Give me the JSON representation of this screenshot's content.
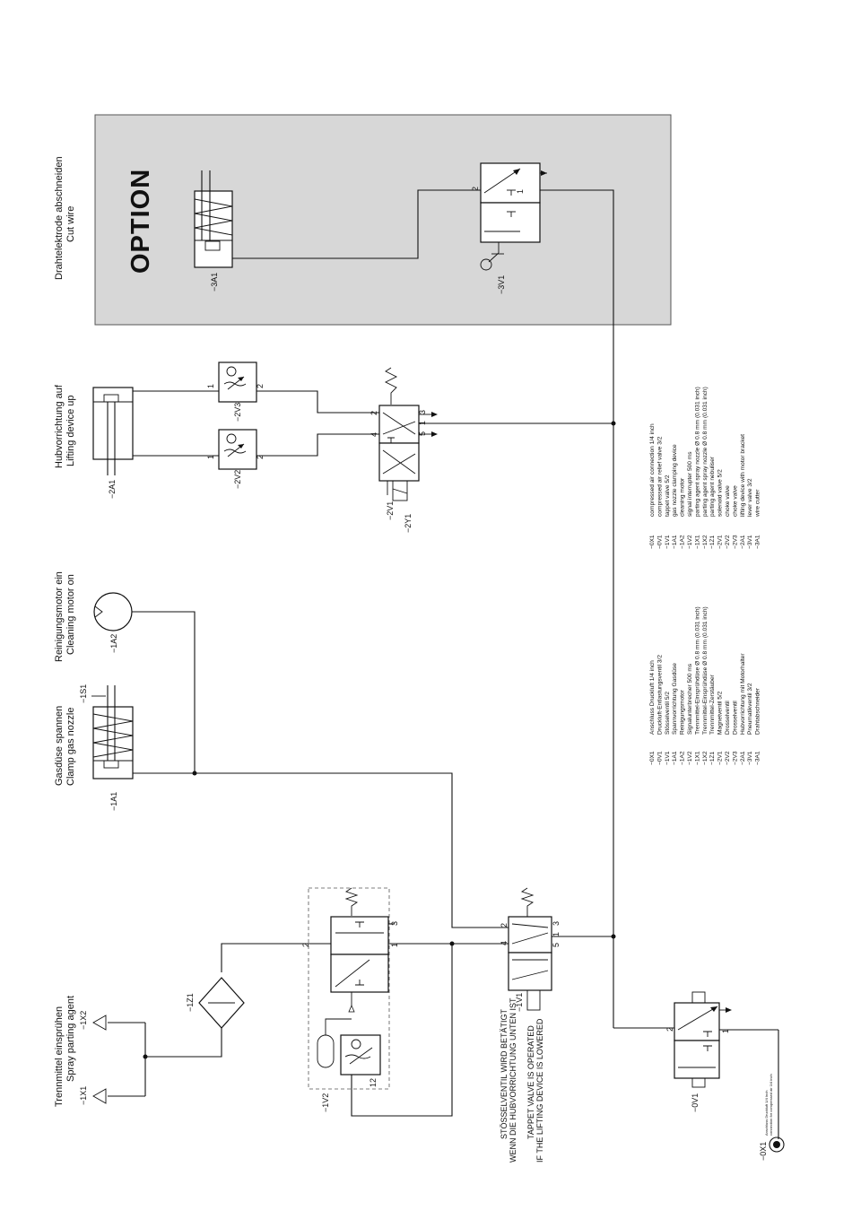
{
  "sections": {
    "s1": {
      "de": "Trennmittel einsprühen",
      "en": "Spray parting agent"
    },
    "s2": {
      "de": "Gasdüse spannen",
      "en": "Clamp gas nozzle"
    },
    "s3": {
      "de": "Reinigungsmotor ein",
      "en": "Cleaning motor on"
    },
    "s4": {
      "de": "Hubvorrichtung auf",
      "en": "Lifting device up"
    },
    "s5": {
      "de": "Drahtelektrode abschneiden",
      "en": "Cut wire"
    }
  },
  "option": "OPTION",
  "tags": {
    "a3A1": "−3A1",
    "a3V1": "−3V1",
    "a2A1": "−2A1",
    "a2V3": "−2V3",
    "a2V2": "−2V2",
    "a2V1": "−2V1",
    "a2Y1": "−2Y1",
    "a1A2": "−1A2",
    "a1A1": "−1A1",
    "a1S1": "−1S1",
    "a1X2": "−1X2",
    "a1X1": "−1X1",
    "a1Z1": "−1Z1",
    "a1V2": "−1V2",
    "a1V1": "−1V1",
    "a0V1": "−0V1",
    "a0X1": "−0X1"
  },
  "ports": {
    "p1": "1",
    "p2": "2",
    "p3": "3",
    "p4": "4",
    "p5": "5",
    "p12": "12"
  },
  "note": {
    "de1": "STÖSSELVENTIL WIRD BETÄTIGT",
    "de2": "WENN DIE HUBVORRICHTUNG UNTEN IST",
    "en1": "TAPPET VALVE IS OPERATED",
    "en2": "IF THE LIFTING DEVICE IS LOWERED"
  },
  "supply_note": {
    "l1": "Anschluss Druckluft 1/4 Inch",
    "l2": "connection for compressed air 1/4 inch"
  },
  "legend_de": [
    {
      "code": "−0X1",
      "text": "Anschluss Druckluft 1/4 inch"
    },
    {
      "code": "−0V1",
      "text": "Druckluft-Entlastungsventil 3/2"
    },
    {
      "code": "−1V1",
      "text": "Stösselventil 5/2"
    },
    {
      "code": "−1A1",
      "text": "Spannvorrichtung Gasdüse"
    },
    {
      "code": "−1A2",
      "text": "Reinigungsmotor"
    },
    {
      "code": "−1V2",
      "text": "Signalunterbrecher 500 ms"
    },
    {
      "code": "−1X1",
      "text": "Trennmittel-Einsprühdüse Ø 0.8 mm (0.031 inch)"
    },
    {
      "code": "−1X2",
      "text": "Trennmittel-Einsprühdüse Ø 0.8 mm (0.031 inch)"
    },
    {
      "code": "−1Z1",
      "text": "Trennmittel-Zerstäuber"
    },
    {
      "code": "−2V1",
      "text": "Magnetventil 5/2"
    },
    {
      "code": "−2V2",
      "text": "Drosselventil"
    },
    {
      "code": "−2V3",
      "text": "Drosselventil"
    },
    {
      "code": "−2A1",
      "text": "Hubvorrichtung mit Motorhalter"
    },
    {
      "code": "−3V1",
      "text": "Pneumatikventil 3/2"
    },
    {
      "code": "−3A1",
      "text": "Drahtabschneider"
    }
  ],
  "legend_en": [
    {
      "code": "−0X1",
      "text": "compressed air connection 1/4 inch"
    },
    {
      "code": "−0V1",
      "text": "compressed air relief valve 3/2"
    },
    {
      "code": "−1V1",
      "text": "tappet valve 5/2"
    },
    {
      "code": "−1A1",
      "text": "gas nozzle clamping device"
    },
    {
      "code": "−1A2",
      "text": "cleaning motor"
    },
    {
      "code": "−1V2",
      "text": "signal interrupter 500 ms"
    },
    {
      "code": "−1X1",
      "text": "parting agent spray nozzle Ø 0.8 mm (0.031 inch)"
    },
    {
      "code": "−1X2",
      "text": "parting agent spray nozzle Ø 0.8 mm (0.031 inch)"
    },
    {
      "code": "−1Z1",
      "text": "parting agent nebuliser"
    },
    {
      "code": "−2V1",
      "text": "solenoid valve 5/2"
    },
    {
      "code": "−2V2",
      "text": "choke valve"
    },
    {
      "code": "−2V3",
      "text": "choke valve"
    },
    {
      "code": "−2A1",
      "text": "lifting device with motor bracket"
    },
    {
      "code": "−3V1",
      "text": "lever valve 3/2"
    },
    {
      "code": "−3A1",
      "text": "wire cutter"
    }
  ]
}
